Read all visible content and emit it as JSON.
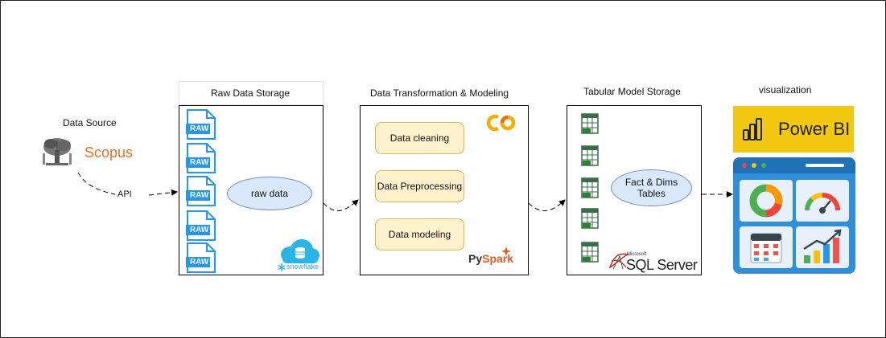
{
  "source": {
    "title": "Data Source",
    "logo_text": "Scopus",
    "link_label": "API"
  },
  "raw_storage": {
    "title": "Raw Data Storage",
    "file_badge": "RAW",
    "ellipse_label": "raw data",
    "logo_text": "snowflake"
  },
  "transformation": {
    "title": "Data Transformation & Modeling",
    "steps": [
      "Data cleaning",
      "Data Preprocessing",
      "Data modeling"
    ],
    "pyspark_py": "Py",
    "pyspark_spark": "Spark"
  },
  "tabular": {
    "title": "Tabular Model Storage",
    "ellipse_label": "Fact & Dims Tables",
    "sql_small": "Microsoft",
    "sql_big": "SQL Server"
  },
  "visualization": {
    "title": "visualization",
    "powerbi_text": "Power BI"
  },
  "colors": {
    "panel_border": "#000000",
    "pill_fill": "#fff2cc",
    "pill_border": "#d6b656",
    "ellipse_fill": "#dae8fc",
    "ellipse_border": "#6c8ebf",
    "scopus_orange": "#e9711c",
    "raw_blue": "#2196f3",
    "powerbi_yellow": "#f2c811",
    "dashboard_blue": "#2f8fd8"
  }
}
